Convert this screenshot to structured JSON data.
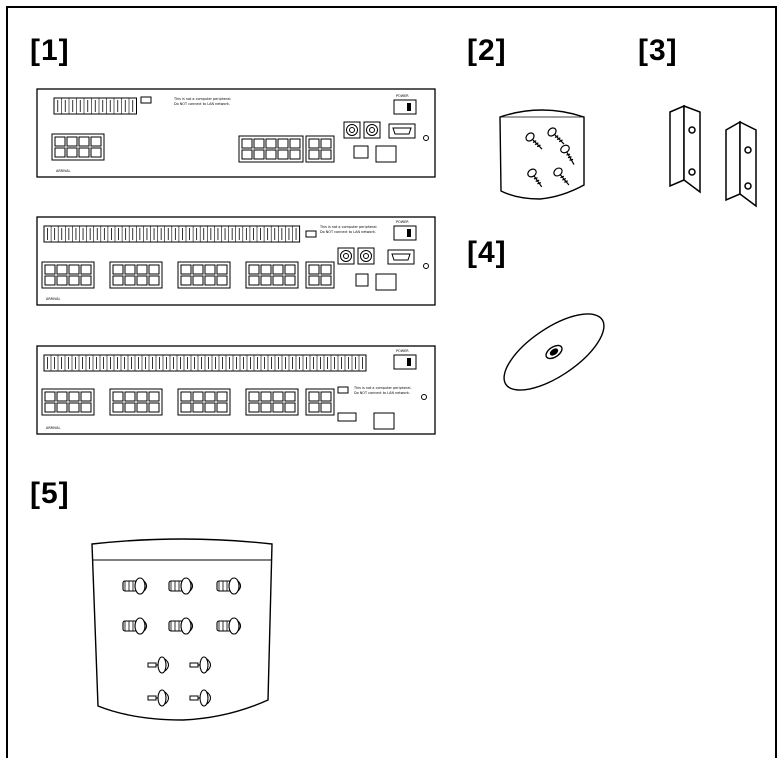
{
  "figure": {
    "items": [
      {
        "label": "[1]",
        "name": "main units (rear panels)"
      },
      {
        "label": "[2]",
        "name": "screws bag"
      },
      {
        "label": "[3]",
        "name": "rack mounting brackets"
      },
      {
        "label": "[4]",
        "name": "disc"
      },
      {
        "label": "[5]",
        "name": "terminal plugs bag"
      }
    ],
    "panel_text": {
      "power": "POWER",
      "note": "This is not a computer peripheral. Do NOT connect to LAN network.",
      "brand": "ARRIVAL"
    },
    "line_color": "#000000",
    "background": "#ffffff"
  }
}
